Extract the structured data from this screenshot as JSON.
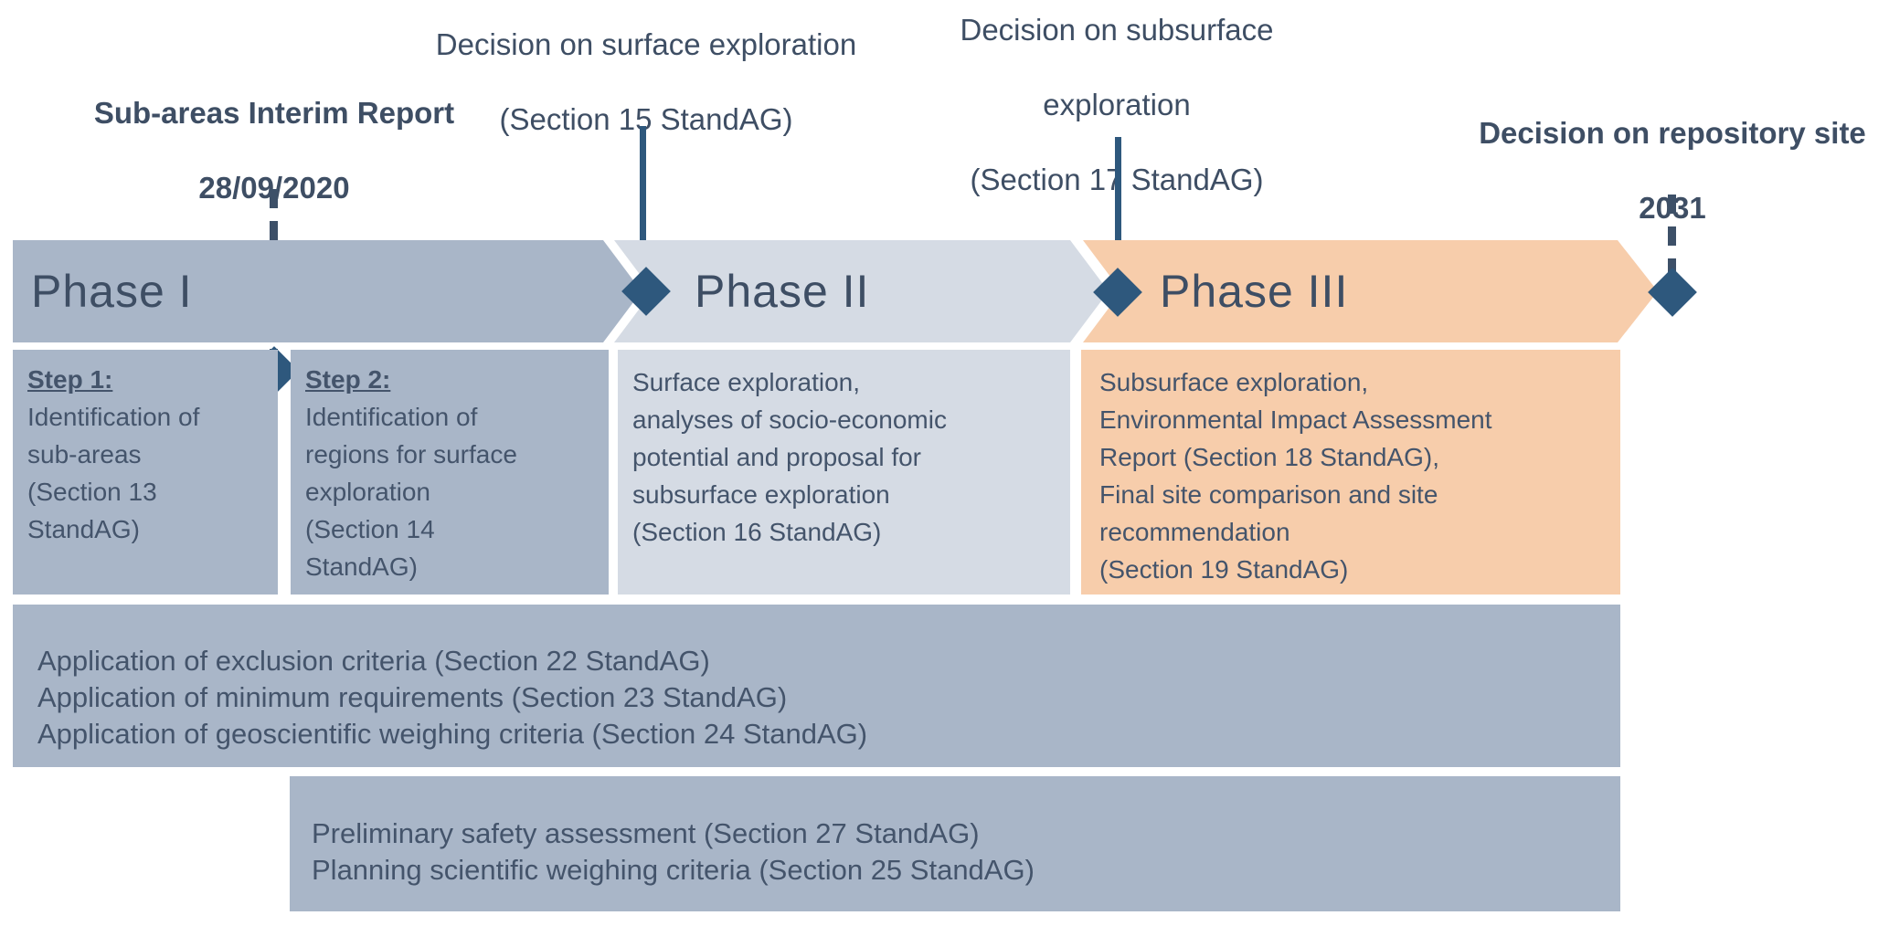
{
  "colors": {
    "phase1_fill": "#a9b6c8",
    "phase2_fill": "#d5dbe4",
    "phase3_fill": "#f7cdab",
    "milestone_accent": "#2e587d",
    "text": "#3e4e64"
  },
  "annotations": {
    "subareas": {
      "line1": "Sub-areas Interim Report",
      "line2": "28/09/2020"
    },
    "surface": {
      "line1": "Decision on surface exploration",
      "line2": "(Section 15 StandAG)"
    },
    "subsurface": {
      "line1": "Decision on subsurface",
      "line2": "exploration",
      "line3": "(Section 17 StandAG)"
    },
    "repository": {
      "line1": "Decision on repository site",
      "line2": "2031"
    }
  },
  "phases": {
    "phase1": {
      "label": "Phase I"
    },
    "phase2": {
      "label": "Phase II"
    },
    "phase3": {
      "label": "Phase III"
    }
  },
  "steps": {
    "step1": {
      "heading": "Step 1:",
      "body": "Identification of\nsub-areas\n(Section 13\nStandAG)"
    },
    "step2": {
      "heading": "Step 2:",
      "body": "Identification of\nregions for surface\nexploration\n(Section 14\nStandAG)"
    },
    "phase2_activity": "Surface exploration,\nanalyses of socio-economic\npotential and proposal for\nsubsurface exploration\n(Section 16 StandAG)",
    "phase3_activity": "Subsurface exploration,\nEnvironmental Impact Assessment\nReport (Section 18 StandAG),\nFinal site comparison and site\nrecommendation\n(Section 19 StandAG)"
  },
  "criteria_bars": {
    "bar1": {
      "line1": "Application of exclusion criteria (Section 22 StandAG)",
      "line2": "Application of minimum requirements (Section 23 StandAG)",
      "line3": "Application of geoscientific weighing criteria (Section 24 StandAG)"
    },
    "bar2": {
      "line1": "Preliminary safety assessment (Section 27 StandAG)",
      "line2": "Planning scientific weighing criteria (Section 25 StandAG)"
    }
  }
}
